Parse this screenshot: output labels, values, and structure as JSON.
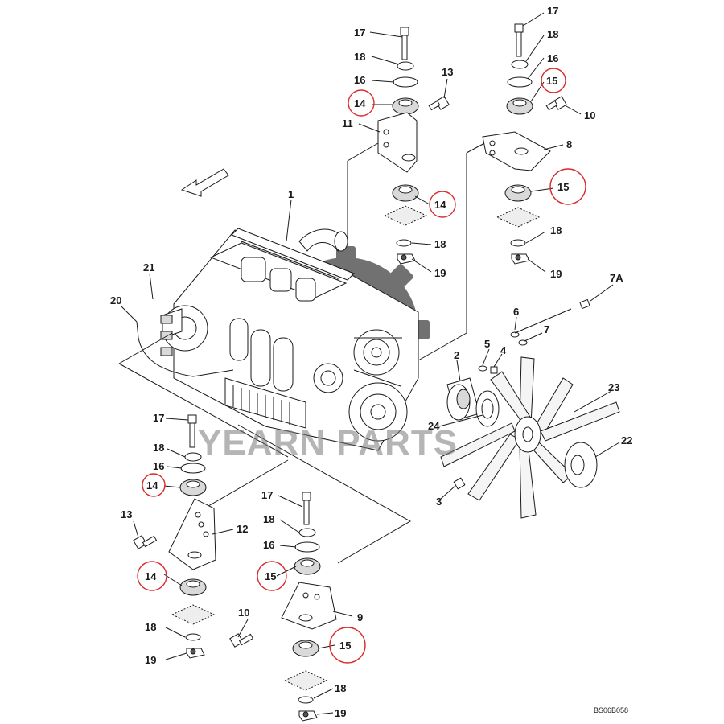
{
  "diagram": {
    "callouts": {
      "c1": "1",
      "c2": "2",
      "c3": "3",
      "c4": "4",
      "c5": "5",
      "c6": "6",
      "c7": "7",
      "c7a": "7A",
      "c8": "8",
      "c9": "9",
      "c10a": "10",
      "c10b": "10",
      "c11": "11",
      "c12": "12",
      "c13a": "13",
      "c13b": "13",
      "c14a": "14",
      "c14b": "14",
      "c14c": "14",
      "c14d": "14",
      "c15a": "15",
      "c15b": "15",
      "c15c": "15",
      "c15d": "15",
      "c16a": "16",
      "c16b": "16",
      "c16c": "16",
      "c16d": "16",
      "c17a": "17",
      "c17b": "17",
      "c17c": "17",
      "c17d": "17",
      "c18a": "18",
      "c18b": "18",
      "c18c": "18",
      "c18d": "18",
      "c18e": "18",
      "c18f": "18",
      "c18g": "18",
      "c18h": "18",
      "c19a": "19",
      "c19b": "19",
      "c19c": "19",
      "c19d": "19",
      "c20": "20",
      "c21": "21",
      "c22": "22",
      "c23": "23",
      "c24": "24"
    },
    "watermark": "YEARN PARTS",
    "reference_code": "BS06B058",
    "highlight_color": "#d92b2b",
    "watermark_gear_color": "#4a4a4a",
    "watermark_accent_color": "#f2b01e"
  }
}
